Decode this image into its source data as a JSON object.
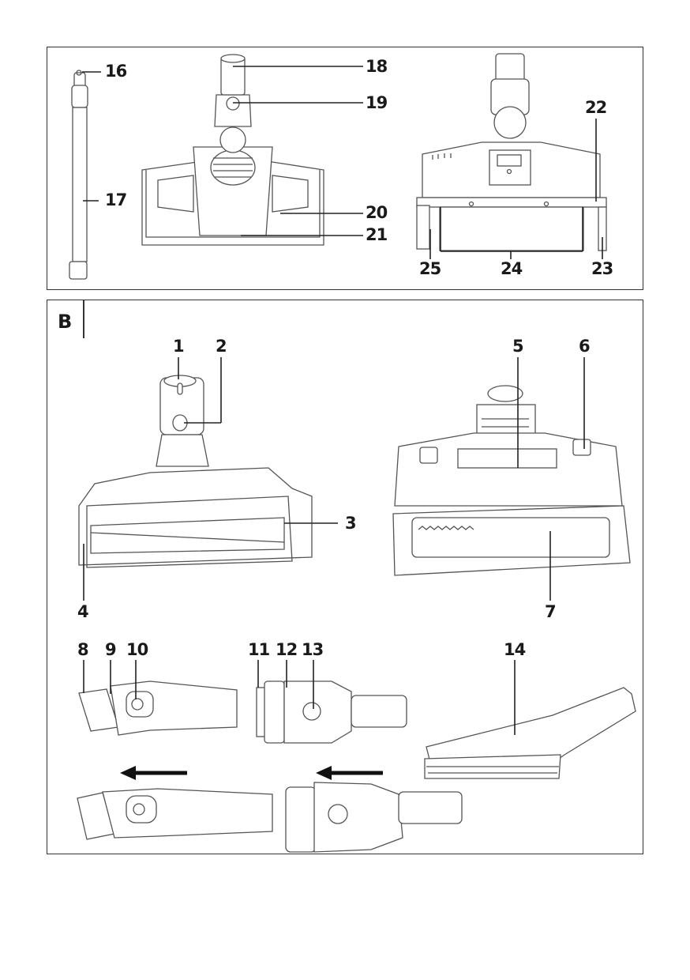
{
  "panel_a": {
    "labels": {
      "p16": "16",
      "p17": "17",
      "p18": "18",
      "p19": "19",
      "p20": "20",
      "p21": "21",
      "p22": "22",
      "p23": "23",
      "p24": "24",
      "p25": "25"
    }
  },
  "panel_b": {
    "title": "B",
    "labels": {
      "p1": "1",
      "p2": "2",
      "p3": "3",
      "p4": "4",
      "p5": "5",
      "p6": "6",
      "p7": "7",
      "p8": "8",
      "p9": "9",
      "p10": "10",
      "p11": "11",
      "p12": "12",
      "p13": "13",
      "p14": "14"
    },
    "arrows": [
      "arrow-left",
      "arrow-left"
    ]
  }
}
